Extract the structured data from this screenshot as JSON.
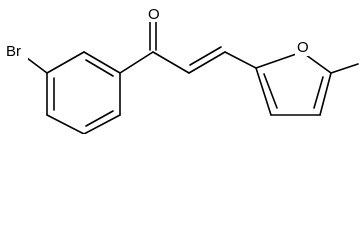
{
  "molecule": {
    "atoms": {
      "bromine": "Br",
      "carbonyl_oxygen": "O",
      "furan_oxygen": "O"
    }
  },
  "colors": {
    "background": "#ffffff",
    "bonds": "#000000",
    "labels": "#000000"
  }
}
